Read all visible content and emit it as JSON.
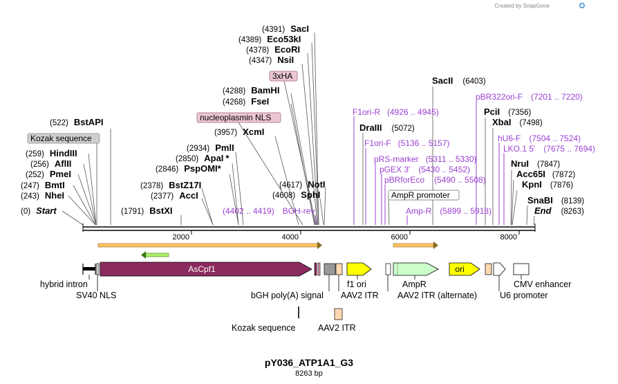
{
  "brand": {
    "text": "Created by SnapGene",
    "color": "#2f7fd3"
  },
  "title": "pY036_ATP1A1_G3",
  "subtitle": "8263 bp",
  "ruler": {
    "ticks": [
      "2000",
      "4000",
      "6000",
      "8000"
    ]
  },
  "sites": {
    "start": {
      "pos": "(0)",
      "name": "Start"
    },
    "nhei": {
      "pos": "(243)",
      "name": "NheI"
    },
    "bmti": {
      "pos": "(247)",
      "name": "BmtI"
    },
    "pmei": {
      "pos": "(252)",
      "name": "PmeI"
    },
    "aflii": {
      "pos": "(256)",
      "name": "AflII"
    },
    "hindiii": {
      "pos": "(259)",
      "name": "HindIII"
    },
    "bstapi": {
      "pos": "(522)",
      "name": "BstAPI"
    },
    "bstxi": {
      "pos": "(1791)",
      "name": "BstXI"
    },
    "acci": {
      "pos": "(2377)",
      "name": "AccI"
    },
    "bstz17i": {
      "pos": "(2378)",
      "name": "BstZ17I"
    },
    "pspomi": {
      "pos": "(2846)",
      "name": "PspOMI",
      "mark": "*"
    },
    "apai": {
      "pos": "(2850)",
      "name": "ApaI",
      "mark": "*"
    },
    "pmli": {
      "pos": "(2934)",
      "name": "PmlI"
    },
    "xcmi": {
      "pos": "(3957)",
      "name": "XcmI"
    },
    "fsei": {
      "pos": "(4268)",
      "name": "FseI"
    },
    "bamhi": {
      "pos": "(4288)",
      "name": "BamHI"
    },
    "nsii": {
      "pos": "(4347)",
      "name": "NsiI"
    },
    "ecori": {
      "pos": "(4378)",
      "name": "EcoRI"
    },
    "eco53ki": {
      "pos": "(4389)",
      "name": "Eco53kI"
    },
    "saci": {
      "pos": "(4391)",
      "name": "SacI"
    },
    "sphi": {
      "pos": "(4608)",
      "name": "SphI"
    },
    "noti": {
      "pos": "(4617)",
      "name": "NotI"
    },
    "draiii": {
      "pos": "(5072)",
      "name": "DraIII"
    },
    "sacii": {
      "pos": "(6403)",
      "name": "SacII"
    },
    "pcii": {
      "pos": "(7356)",
      "name": "PciI"
    },
    "xbai": {
      "pos": "(7498)",
      "name": "XbaI"
    },
    "nrui": {
      "pos": "(7847)",
      "name": "NruI"
    },
    "acc65i": {
      "pos": "(7872)",
      "name": "Acc65I"
    },
    "kpni": {
      "pos": "(7876)",
      "name": "KpnI"
    },
    "snabi": {
      "pos": "(8139)",
      "name": "SnaBI"
    },
    "end": {
      "pos": "(8263)",
      "name": "End"
    }
  },
  "primers": {
    "f1ori_r": {
      "name": "F1ori-R",
      "range": "(4926 .. 4945)"
    },
    "f1ori_f": {
      "name": "F1ori-F",
      "range": "(5136 .. 5157)"
    },
    "prs_marker": {
      "name": "pRS-marker",
      "range": "(5311 .. 5330)"
    },
    "pgex3": {
      "name": "pGEX 3'",
      "range": "(5430 .. 5452)"
    },
    "pbrforeco": {
      "name": "pBRforEco",
      "range": "(5490 .. 5508)"
    },
    "amp_r": {
      "name": "Amp-R",
      "range": "(5899 .. 5918)"
    },
    "bgh_rev": {
      "name": "BGH-rev",
      "range": "(4402 .. 4419)"
    },
    "pbr322ori_f": {
      "name": "pBR322ori-F",
      "range": "(7201 .. 7220)"
    },
    "hu6_f": {
      "name": "hU6-F",
      "range": "(7504 .. 7524)"
    },
    "lko1_5": {
      "name": "LKO.1 5'",
      "range": "(7675 .. 7694)"
    }
  },
  "badges": {
    "kozak": "Kozak sequence",
    "nls": "nucleoplasmin NLS",
    "hax3": "3xHA",
    "ampr_promoter": "AmpR promoter"
  },
  "features": {
    "ascpf1": "AsCpf1",
    "ori": "ori",
    "hybrid_intron": "hybrid intron",
    "sv40_nls": "SV40 NLS",
    "bgh_polya": "bGH poly(A) signal",
    "f1_ori": "f1 ori",
    "aav2_itr": "AAV2 ITR",
    "ampr": "AmpR",
    "aav2_itr_alt": "AAV2 ITR (alternate)",
    "cmv_enhancer": "CMV enhancer",
    "u6_promoter": "U6 promoter",
    "kozak_lower": "Kozak sequence",
    "aav2_itr_lower": "AAV2 ITR"
  },
  "colors": {
    "ascpf1": "#8b2a5e",
    "yellow": "#ffff00",
    "ampr": "#ccffcc",
    "itr": "#ffd9b3",
    "grey": "#999999",
    "primer": "#9a3fd1",
    "badge_pink": "#ecc6d4",
    "badge_grey": "#cfcfcf",
    "orf_fill": "#ffc25e"
  }
}
